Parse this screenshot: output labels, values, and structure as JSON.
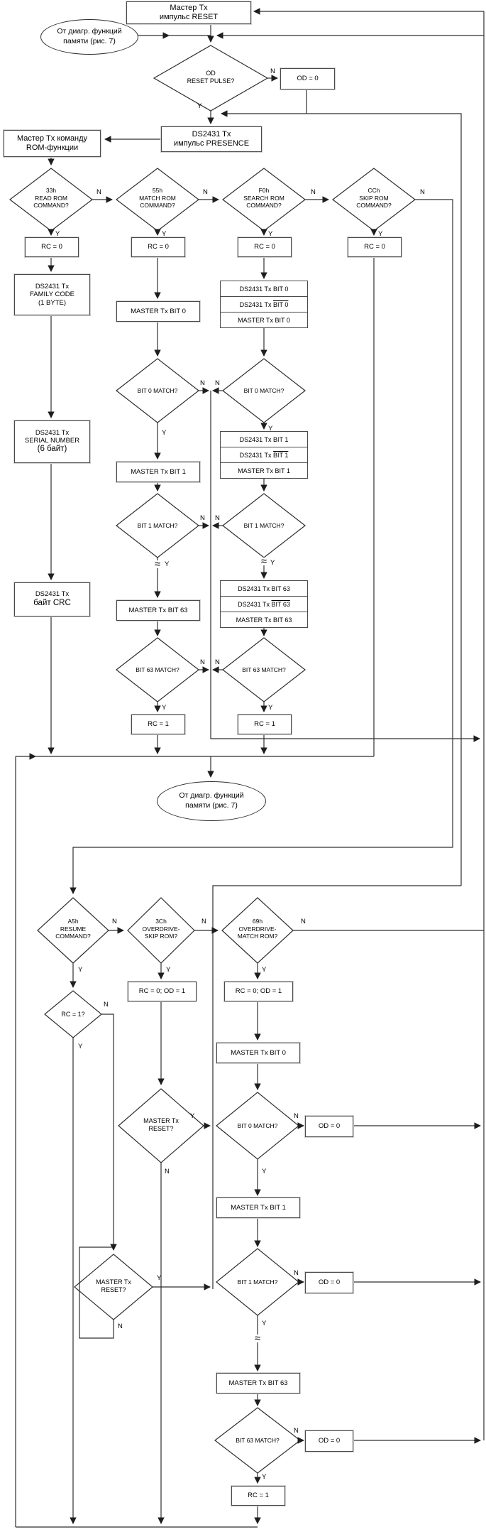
{
  "labels": {
    "yes": "Y",
    "no": "N",
    "break_symbol": "≈"
  },
  "vals": {
    "rc0": "RC = 0",
    "rc1": "RC = 1",
    "rc1q": "RC = 1?",
    "rcod": "RC = 0; OD = 1",
    "od0": "OD = 0"
  },
  "top": {
    "reset_box": {
      "l1": "Мастер Tx",
      "l2": "импульс RESET"
    },
    "from_fig7": {
      "l1": "От диагр. функций",
      "l2": "памяти (рис. 7)"
    },
    "od_reset": {
      "l1": "OD",
      "l2": "RESET PULSE?"
    },
    "presence": {
      "l1": "DS2431 Tx",
      "l2": "импульс PRESENCE"
    },
    "cmd": {
      "l1": "Мастер Tx команду",
      "l2": "ROM-функции"
    }
  },
  "cmds": {
    "read": {
      "code": "33h",
      "l2": "READ ROM",
      "l3": "COMMAND?"
    },
    "match": {
      "code": "55h",
      "l2": "MATCH ROM",
      "l3": "COMMAND?"
    },
    "search": {
      "code": "F0h",
      "l2": "SEARCH ROM",
      "l3": "COMMAND?"
    },
    "skip": {
      "code": "CCh",
      "l2": "SKIP ROM",
      "l3": "COMMAND?"
    }
  },
  "s1": {
    "family": {
      "l1": "DS2431 Tx",
      "l2": "FAMILY CODE",
      "l3": "(1 BYTE)"
    },
    "serial": {
      "l1": "DS2431 Tx",
      "l2": "SERIAL NUMBER",
      "l3": "(6 байт)"
    },
    "crc": {
      "l1": "DS2431 Tx",
      "l2": "байт CRC"
    }
  },
  "mtx": {
    "b0": "MASTER Tx BIT 0",
    "b1": "MASTER Tx BIT 1",
    "b63": "MASTER Tx BIT 63"
  },
  "q": {
    "bit0": "BIT 0 MATCH?",
    "bit1": "BIT 1 MATCH?",
    "bit63": "BIT 63 MATCH?"
  },
  "stacks": {
    "b0": {
      "r1": "DS2431 Tx BIT 0",
      "r2pre": "DS2431 Tx ",
      "r2over": "BIT 0",
      "r3": "MASTER Tx BIT 0"
    },
    "b1": {
      "r1": "DS2431 Tx BIT 1",
      "r2pre": "DS2431 Tx ",
      "r2over": "BIT 1",
      "r3": "MASTER Tx BIT 1"
    },
    "b63": {
      "r1": "DS2431 Tx BIT 63",
      "r2pre": "DS2431 Tx ",
      "r2over": "BIT 63",
      "r3": "MASTER Tx BIT 63"
    }
  },
  "mid": {
    "from_fig7": {
      "l1": "От диагр. функций",
      "l2": "памяти (рис. 7)"
    }
  },
  "s2": {
    "resume": {
      "code": "A5h",
      "l2": "RESUME",
      "l3": "COMMAND?"
    },
    "odskip": {
      "code": "3Ch",
      "l2": "OVERDRIVE-",
      "l3": "SKIP ROM?"
    },
    "odmatch": {
      "code": "69h",
      "l2": "OVERDRIVE-",
      "l3": "MATCH ROM?"
    },
    "mreset": {
      "l1": "MASTER Tx",
      "l2": "RESET?"
    }
  }
}
